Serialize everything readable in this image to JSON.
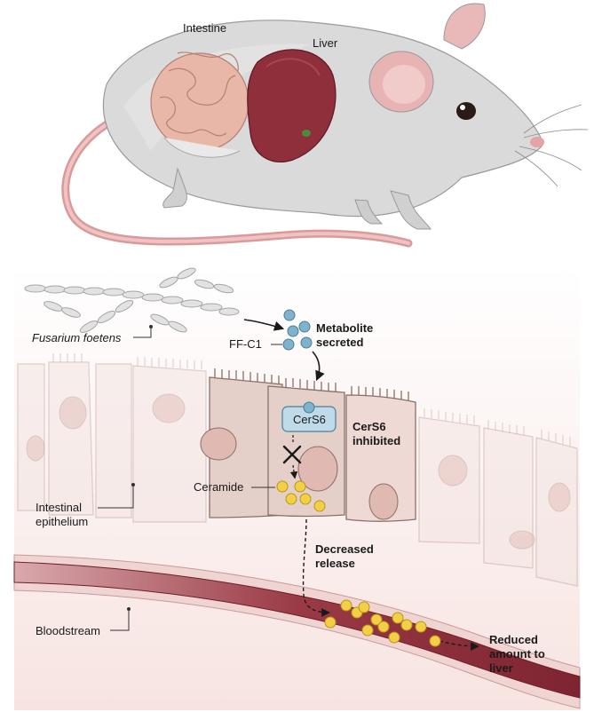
{
  "labels": {
    "intestine": "Intestine",
    "liver": "Liver",
    "fungus": "Fusarium foetens",
    "metabolite": "Metabolite secreted",
    "ffc1": "FF-C1",
    "cers6": "CerS6",
    "cers6_inhibited": "CerS6 inhibited",
    "ceramide": "Ceramide",
    "epithelium": "Intestinal epithelium",
    "decreased_release": "Decreased release",
    "bloodstream": "Bloodstream",
    "reduced": "Reduced amount to liver"
  },
  "colors": {
    "mouse_body": "#d9d9d9",
    "mouse_ear": "#e9b9b9",
    "intestine": "#e8b7a8",
    "liver": "#8f2f3c",
    "cell_fill": "#f1e2df",
    "cell_affected": "#e4cfc9",
    "nucleus": "#e0b9b3",
    "blood_vessel": "#8a2d38",
    "ceramide": "#f2cf45",
    "metabolite": "#7fb2cc",
    "cers6_box": "#bfdbe9"
  },
  "icons": {
    "inhibition": "x-mark-icon",
    "flow": "arrow-icon"
  }
}
